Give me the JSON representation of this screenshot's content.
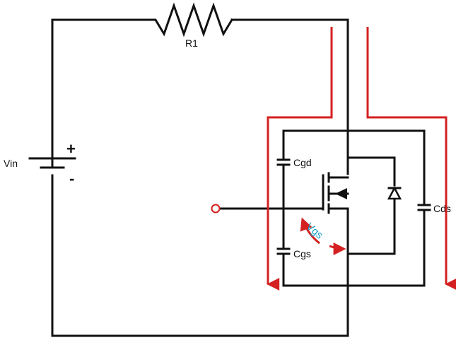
{
  "labels": {
    "resistor": "R1",
    "source": "Vin",
    "source_plus": "+",
    "source_minus": "-",
    "cap_gate_drain": "Cgd",
    "cap_gate_source": "Cgs",
    "cap_drain_source": "Cds",
    "gate_source_voltage": "Vgs"
  },
  "colors": {
    "wire": "#111111",
    "current_path": "#d42020",
    "vgs_label": "#1aa0c8"
  }
}
